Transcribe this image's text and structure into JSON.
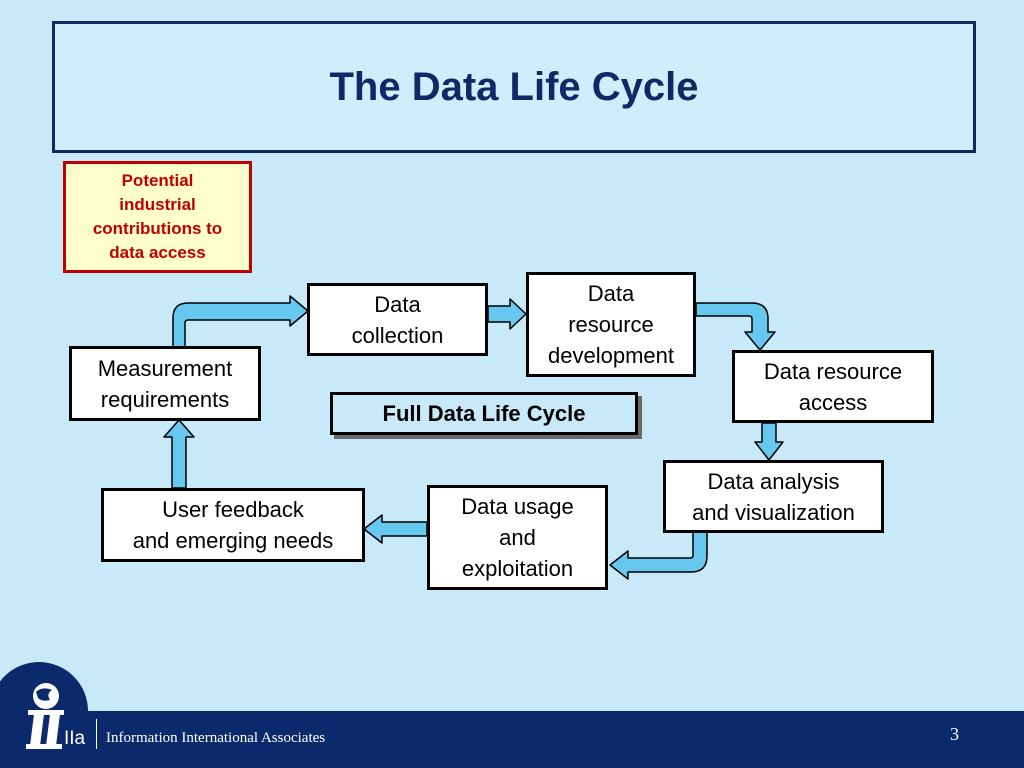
{
  "slide": {
    "title": "The Data Life Cycle",
    "note": [
      "Potential",
      "industrial",
      "contributions to",
      "data access"
    ],
    "center_label": "Full Data Life Cycle",
    "stages": {
      "measurement": [
        "Measurement",
        "requirements"
      ],
      "collection": [
        "Data",
        "collection"
      ],
      "development": [
        "Data",
        "resource",
        "development"
      ],
      "access": [
        "Data resource",
        "access"
      ],
      "analysis": [
        "Data analysis",
        "and visualization"
      ],
      "usage": [
        "Data usage",
        "and",
        "exploitation"
      ],
      "feedback": [
        "User feedback",
        "and emerging needs"
      ]
    }
  },
  "footer": {
    "abbr": "IIa",
    "organization": "Information International Associates",
    "page_number": "3"
  },
  "colors": {
    "background": "#c8eaf8",
    "title_text": "#0d2a66",
    "note_text": "#c00000",
    "note_fill": "#ffffcc",
    "arrow_fill": "#66c8ee",
    "footer": "#0a2a6b"
  },
  "icons": {
    "logo": "globe-logo-icon"
  }
}
